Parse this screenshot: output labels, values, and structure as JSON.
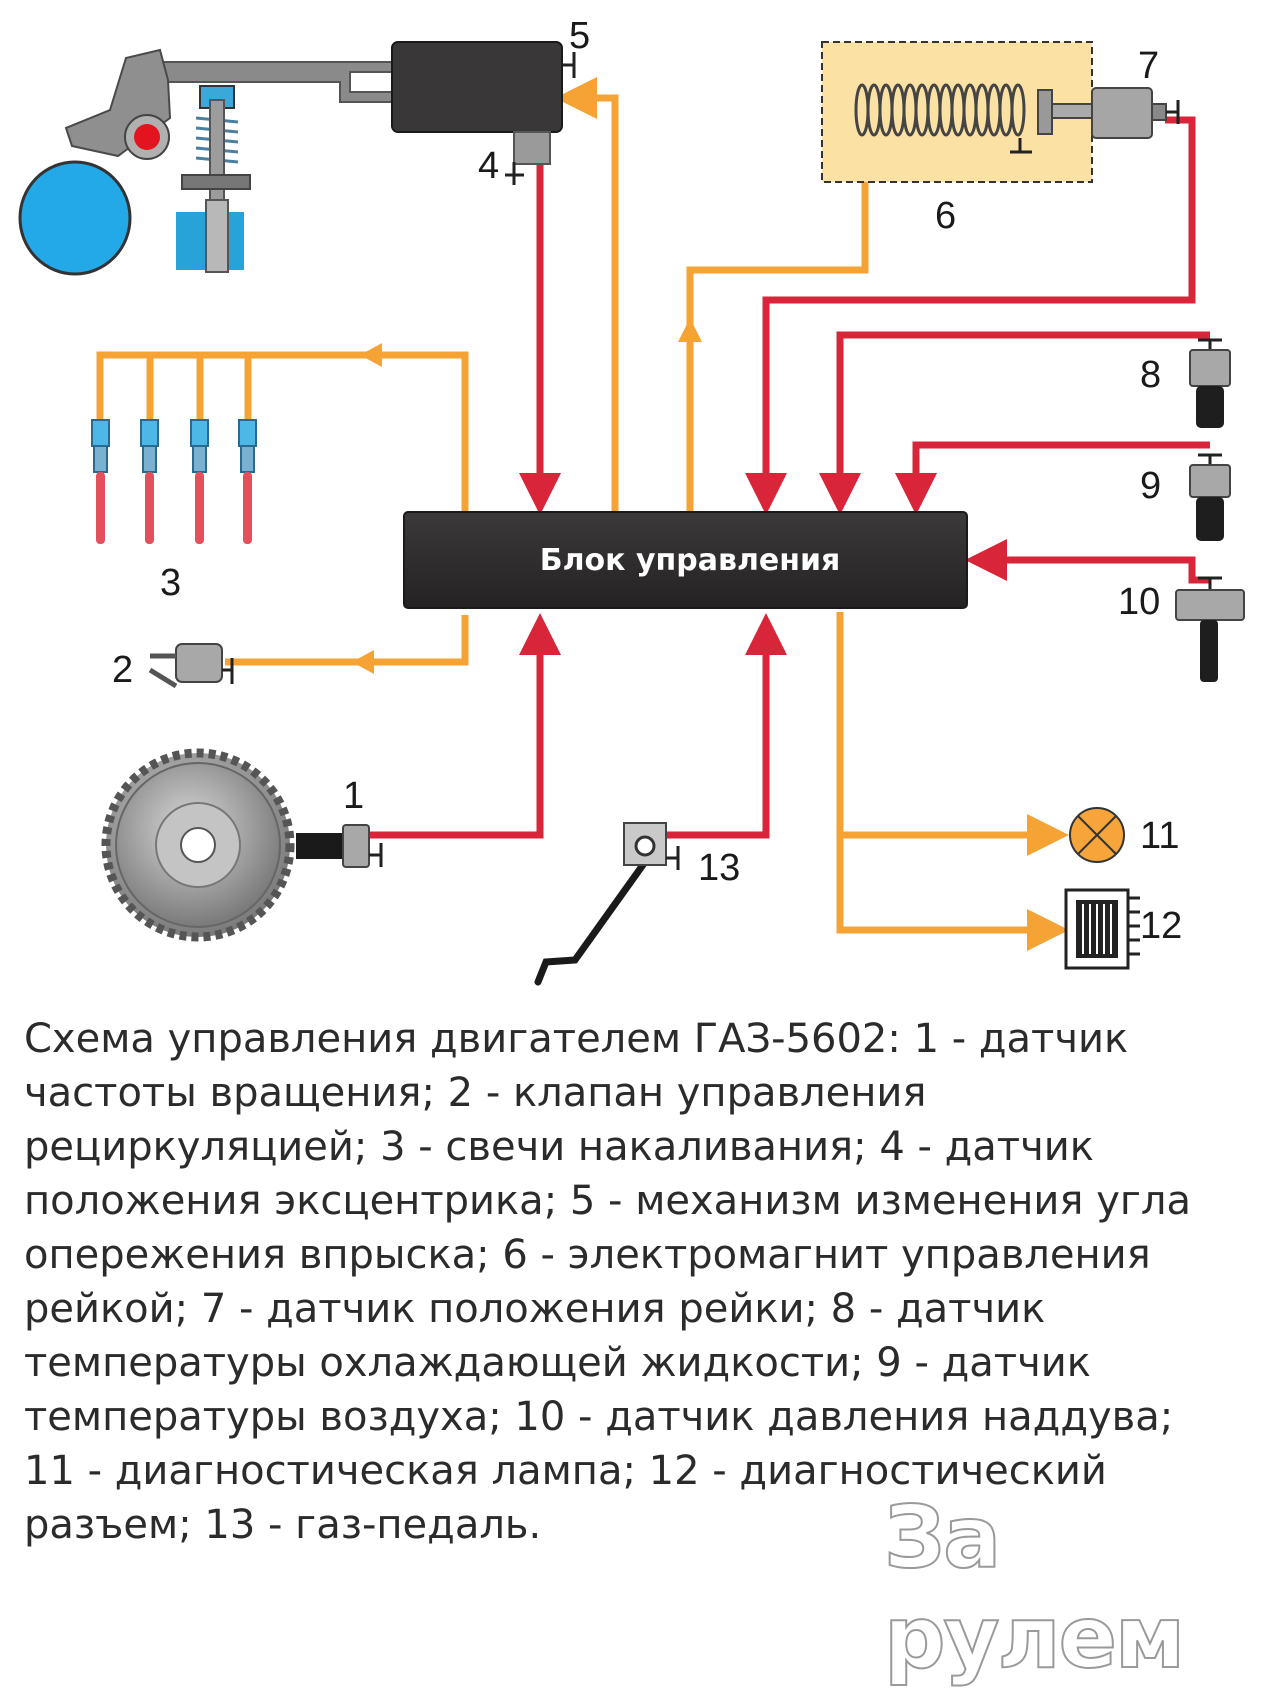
{
  "ecu_label": "Блок управления",
  "labels": {
    "n1": "1",
    "n2": "2",
    "n3": "3",
    "n4": "4",
    "n5": "5",
    "n6": "6",
    "n7": "7",
    "n8": "8",
    "n9": "9",
    "n10": "10",
    "n11": "11",
    "n12": "12",
    "n13": "13"
  },
  "caption": "Схема управления двигателем ГАЗ-5602: 1 - датчик\nчастоты вращения; 2 - клапан управления\nрециркуляцией; 3 - свечи накаливания; 4 - датчик\nположения эксцентрика; 5 - механизм изменения угла\nопережения впрыска; 6 - электромагнит управления\nрейкой; 7 - датчик положения рейки; 8 - датчик\nтемпературы охлаждающей жидкости; 9 - датчик\nтемпературы воздуха; 10 - датчик давления наддува;\n11 - диагностическая лампа; 12 - диагностический\nразъем; 13 - газ-педаль.",
  "watermark": "За рулем",
  "colors": {
    "input_wire": "#d9253a",
    "output_wire": "#f5a335",
    "ecu": "#2e2b2c",
    "solenoid_bg": "#fbe2a4"
  }
}
